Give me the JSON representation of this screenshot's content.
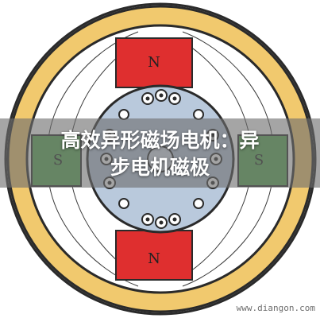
{
  "diagram": {
    "pole_labels": {
      "top": "N",
      "bottom": "N",
      "left": "S",
      "right": "S"
    },
    "colors": {
      "outer_ring": "#f1c96e",
      "ring_outline": "#2a2a2a",
      "north_pole": "#df2f2f",
      "south_pole": "#5aaa55",
      "rotor": "#b9c9dc",
      "field_line": "#3a3a3a"
    }
  },
  "caption": {
    "line1": "高效异形磁场电机：异",
    "line2": "步电机磁极"
  },
  "watermark": "www.diangon.com"
}
